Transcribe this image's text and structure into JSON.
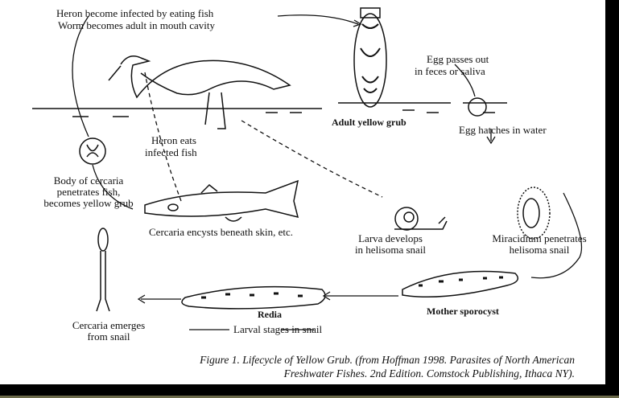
{
  "labels": {
    "heron_infected": "Heron become infected by eating fish",
    "worm_adult": "Worm becomes adult in mouth cavity",
    "egg_passes": "Egg passes out",
    "in_feces": "in feces or saliva",
    "adult_grub": "Adult yellow grub",
    "egg_hatches": "Egg hatches in water",
    "heron_eats_1": "Heron eats",
    "heron_eats_2": "infected fish",
    "body_cercaria_1": "Body of cercaria",
    "body_cercaria_2": "penetrates fish,",
    "body_cercaria_3": "becomes yellow grub",
    "cercaria_encysts": "Cercaria encysts beneath skin, etc.",
    "larva_1": "Larva develops",
    "larva_2": "in helisoma snail",
    "miracidium_1": "Miracidium penetrates",
    "miracidium_2": "helisoma snail",
    "mother_sporocyst": "Mother sporocyst",
    "redia": "Redia",
    "larval_stages": "Larval stages in snail",
    "cercaria_emerges_1": "Cercaria emerges",
    "cercaria_emerges_2": "from snail"
  },
  "caption": {
    "line1": "Figure 1. Lifecycle of Yellow Grub. (from Hoffman 1998.  Parasites of North American",
    "line2": "Freshwater Fishes. 2nd Edition. Comstock Publishing, Ithaca NY)."
  }
}
